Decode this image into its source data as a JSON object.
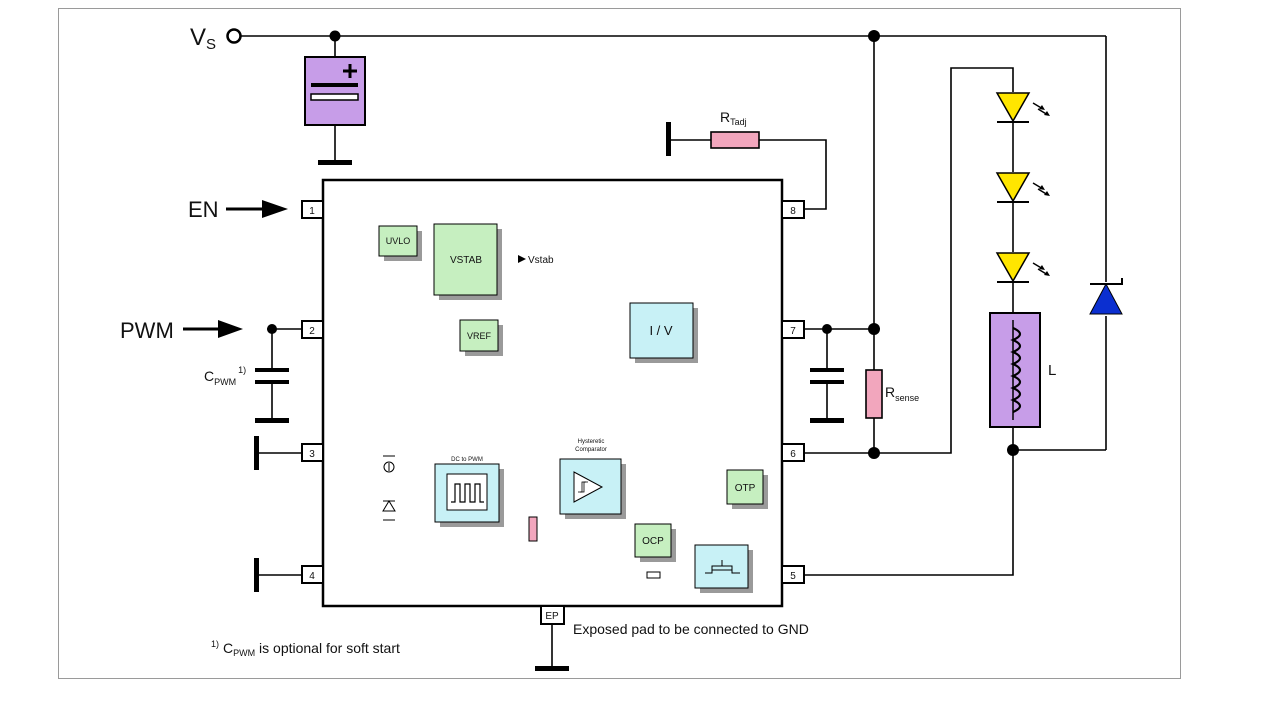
{
  "colors": {
    "wire": "#000000",
    "chip_border": "#000000",
    "block_green": "#c6efc0",
    "block_cyan": "#c8f1f6",
    "block_shadow": "#9a9a9a",
    "capacitor_fill": "#c79de8",
    "resistor_fill": "#f2a6bd",
    "led_fill": "#ffe600",
    "diode_fill": "#0b2fd0",
    "inductor_fill": "#c79de8"
  },
  "terminals": {
    "vs": {
      "main": "V",
      "sub": "S"
    },
    "en": "EN",
    "pwm": "PWM",
    "cpwm": {
      "main": "C",
      "sub": "PWM",
      "sup": "1)"
    }
  },
  "external": {
    "rtadj": {
      "main": "R",
      "sub": "Tadj"
    },
    "rsense": {
      "main": "R",
      "sub": "sense"
    },
    "inductor": "L"
  },
  "pins": [
    "1",
    "2",
    "3",
    "4",
    "5",
    "6",
    "7",
    "8",
    "EP"
  ],
  "blocks": {
    "uvlo": "UVLO",
    "vstab": "VSTAB",
    "vstab_out": "Vstab",
    "vref": "VREF",
    "iv": "I / V",
    "dc_to_pwm": "DC to PWM",
    "hyst_line1": "Hysteretic",
    "hyst_line2": "Comparator",
    "otp": "OTP",
    "ocp": "OCP"
  },
  "notes": {
    "exposed_pad": "Exposed pad to be connected to GND",
    "footnote_mark": "1)",
    "footnote_main": "C",
    "footnote_sub": "PWM",
    "footnote_rest": " is optional for soft start"
  }
}
